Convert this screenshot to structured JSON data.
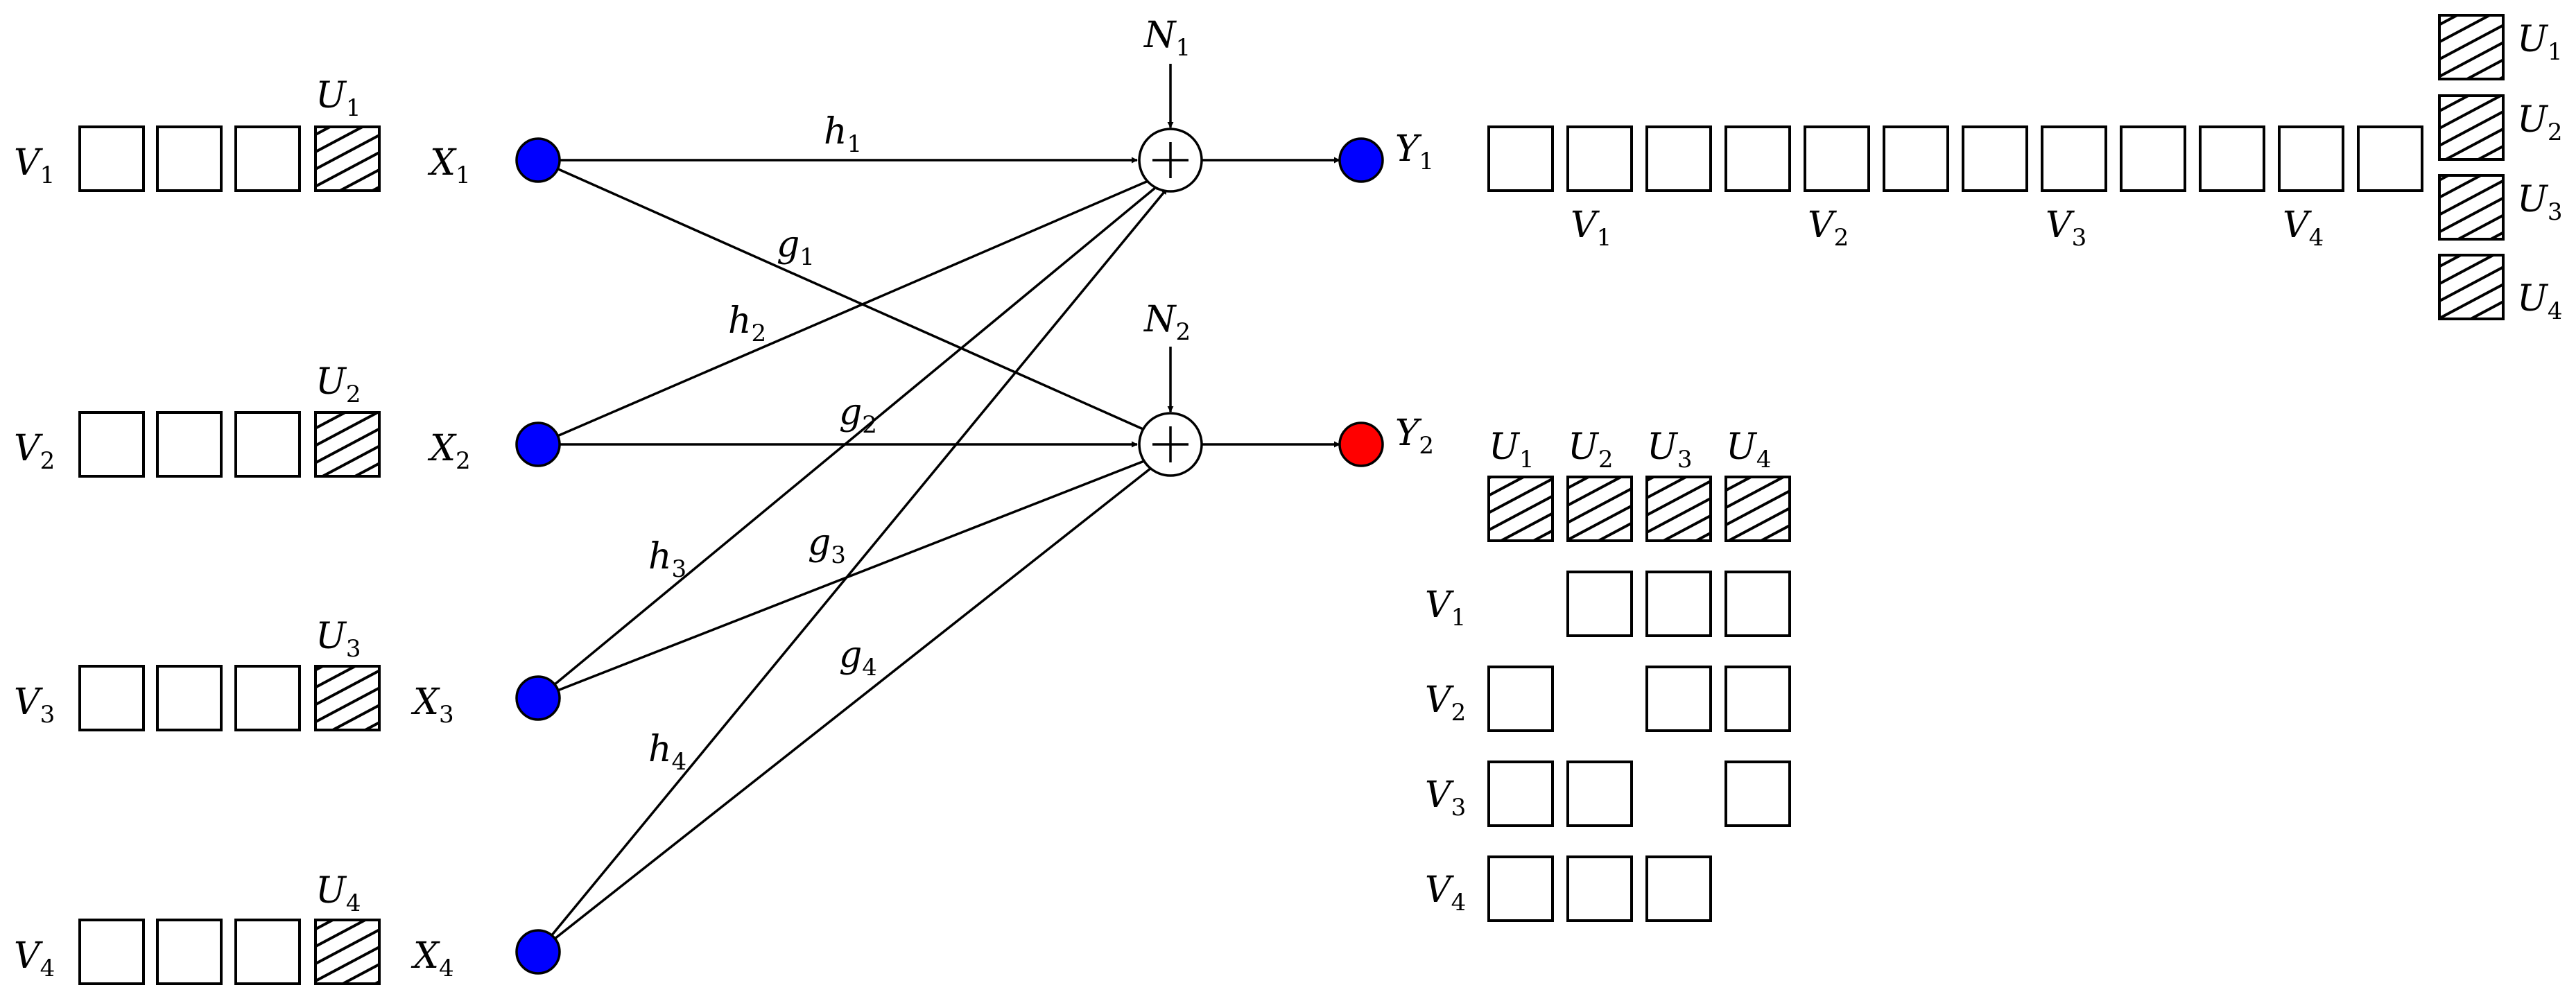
{
  "colors": {
    "input_node": "#0000ff",
    "output_y1": "#0000ff",
    "output_y2": "#ff0000",
    "stroke": "#000000"
  },
  "left_rows": [
    {
      "v": "V",
      "vsub": "1",
      "u": "U",
      "usub": "1",
      "x": "X",
      "xsub": "1"
    },
    {
      "v": "V",
      "vsub": "2",
      "u": "U",
      "usub": "2",
      "x": "X",
      "xsub": "2"
    },
    {
      "v": "V",
      "vsub": "3",
      "u": "U",
      "usub": "3",
      "x": "X",
      "xsub": "3"
    },
    {
      "v": "V",
      "vsub": "4",
      "u": "U",
      "usub": "4",
      "x": "X",
      "xsub": "4"
    }
  ],
  "noises": [
    {
      "t": "N",
      "s": "1"
    },
    {
      "t": "N",
      "s": "2"
    }
  ],
  "outputs": [
    {
      "t": "Y",
      "s": "1"
    },
    {
      "t": "Y",
      "s": "2"
    }
  ],
  "edge_labels": {
    "h": [
      {
        "t": "h",
        "s": "1"
      },
      {
        "t": "h",
        "s": "2"
      },
      {
        "t": "h",
        "s": "3"
      },
      {
        "t": "h",
        "s": "4"
      }
    ],
    "g": [
      {
        "t": "g",
        "s": "1"
      },
      {
        "t": "g",
        "s": "2"
      },
      {
        "t": "g",
        "s": "3"
      },
      {
        "t": "g",
        "s": "4"
      }
    ]
  },
  "y1_groups": [
    {
      "t": "V",
      "s": "1"
    },
    {
      "t": "V",
      "s": "2"
    },
    {
      "t": "V",
      "s": "3"
    },
    {
      "t": "V",
      "s": "4"
    }
  ],
  "y1_side": [
    {
      "t": "U",
      "s": "1"
    },
    {
      "t": "U",
      "s": "2"
    },
    {
      "t": "U",
      "s": "3"
    },
    {
      "t": "U",
      "s": "4"
    }
  ],
  "y2_cols": [
    {
      "t": "U",
      "s": "1"
    },
    {
      "t": "U",
      "s": "2"
    },
    {
      "t": "U",
      "s": "3"
    },
    {
      "t": "U",
      "s": "4"
    }
  ],
  "y2_rows": [
    {
      "t": "V",
      "s": "1"
    },
    {
      "t": "V",
      "s": "2"
    },
    {
      "t": "V",
      "s": "3"
    },
    {
      "t": "V",
      "s": "4"
    }
  ]
}
